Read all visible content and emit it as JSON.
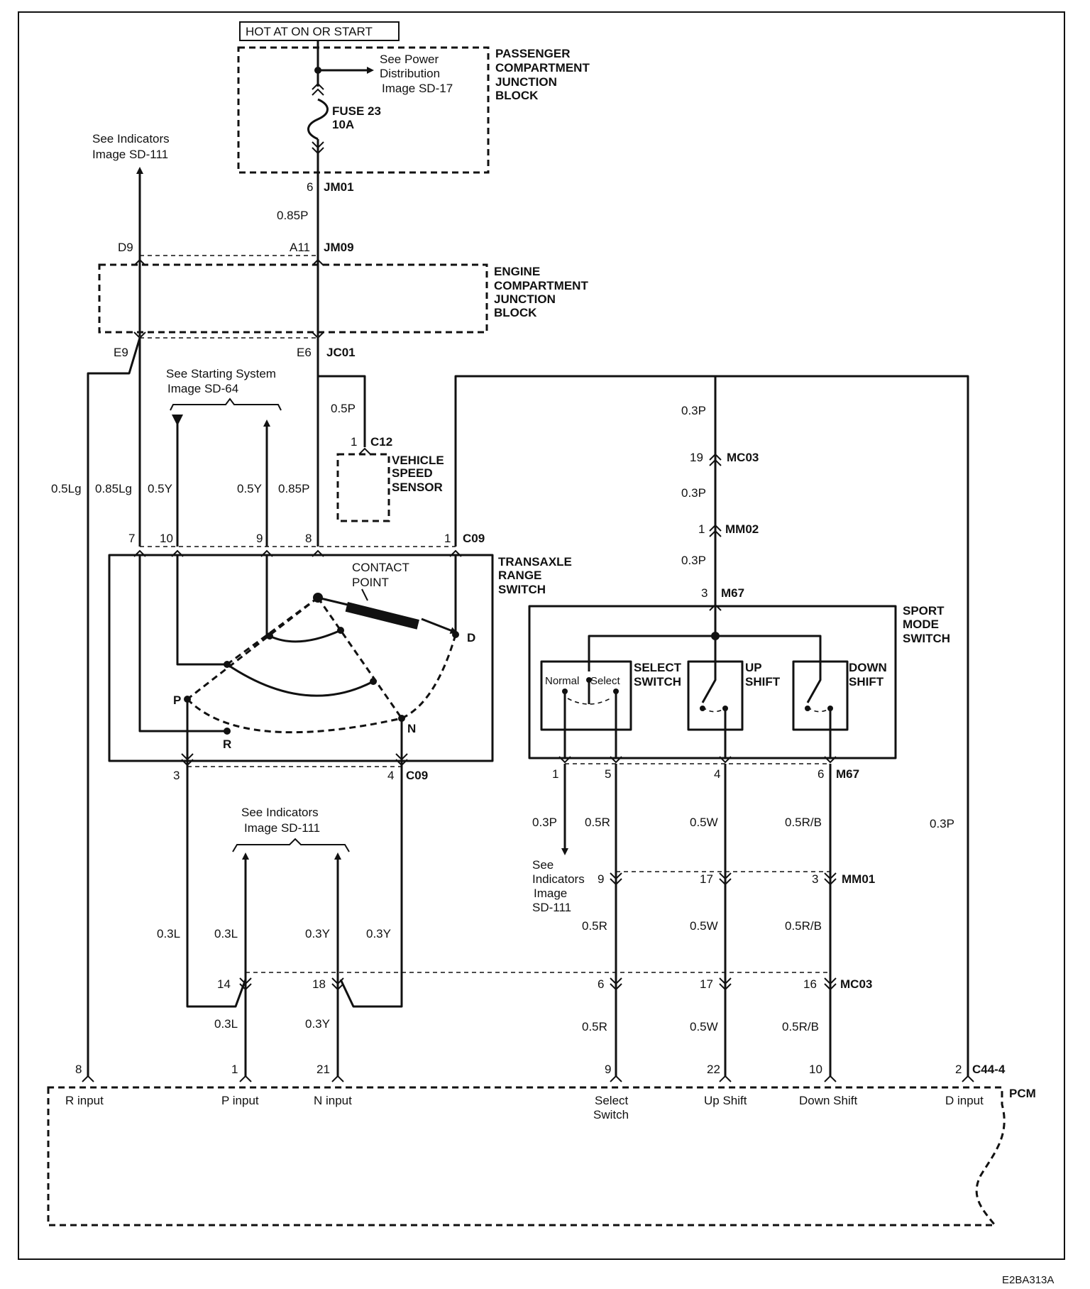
{
  "header": {
    "power": "HOT AT ON OR START"
  },
  "junction_blocks": {
    "passenger": {
      "lines": [
        "PASSENGER",
        "COMPARTMENT",
        "JUNCTION",
        "BLOCK"
      ]
    },
    "engine": {
      "lines": [
        "ENGINE",
        "COMPARTMENT",
        "JUNCTION",
        "BLOCK"
      ]
    }
  },
  "fuse": {
    "name": "FUSE 23",
    "rating": "10A"
  },
  "refs": {
    "power_distribution": [
      "See Power",
      "Distribution",
      "Image SD-17"
    ],
    "indicators_top": [
      "See Indicators",
      "Image SD-111"
    ],
    "starting_system": [
      "See Starting System",
      "Image SD-64"
    ],
    "indicators_mid": [
      "See Indicators",
      "Image SD-111"
    ],
    "indicators_sport": [
      "See",
      "Indicators",
      "Image",
      "SD-111"
    ]
  },
  "connectors": {
    "jm01": "JM01",
    "jm09": "JM09",
    "jc01": "JC01",
    "c12": "C12",
    "c09_top": "C09",
    "c09_bot": "C09",
    "mc03_top": "MC03",
    "mm02": "MM02",
    "m67_top": "M67",
    "m67_bot": "M67",
    "mm01": "MM01",
    "mc03_bot": "MC03",
    "c44": "C44-4"
  },
  "pins": {
    "jm01": "6",
    "d9": "D9",
    "a11": "A11",
    "e9": "E9",
    "e6": "E6",
    "c12": "1",
    "trs_7": "7",
    "trs_10": "10",
    "trs_9": "9",
    "trs_8": "8",
    "trs_1": "1",
    "trs_3": "3",
    "trs_4": "4",
    "mc03_19": "19",
    "mm02_1": "1",
    "m67_3": "3",
    "m67_1": "1",
    "m67_5": "5",
    "m67_4": "4",
    "m67_6": "6",
    "mm01_9": "9",
    "mm01_17": "17",
    "mm01_3": "3",
    "mc03_14": "14",
    "mc03_18": "18",
    "mc03_6": "6",
    "mc03_17": "17",
    "mc03_16": "16",
    "pcm_8": "8",
    "pcm_1": "1",
    "pcm_21": "21",
    "pcm_9": "9",
    "pcm_22": "22",
    "pcm_10": "10",
    "pcm_2": "2"
  },
  "wires": {
    "w_085p_top": "0.85P",
    "w_05p": "0.5P",
    "w_05lg": "0.5Lg",
    "w_085lg": "0.85Lg",
    "w_05y_a": "0.5Y",
    "w_05y_b": "0.5Y",
    "w_085p": "0.85P",
    "w_03p_a": "0.3P",
    "w_03p_b": "0.3P",
    "w_03p_c": "0.3P",
    "w_03p_d": "0.3P",
    "w_03p_right": "0.3P",
    "w_05r_a": "0.5R",
    "w_05r_b": "0.5R",
    "w_05r_c": "0.5R",
    "w_05w_a": "0.5W",
    "w_05w_b": "0.5W",
    "w_05w_c": "0.5W",
    "w_05rb_a": "0.5R/B",
    "w_05rb_b": "0.5R/B",
    "w_05rb_c": "0.5R/B",
    "w_03l_a": "0.3L",
    "w_03l_b": "0.3L",
    "w_03l_c": "0.3L",
    "w_03y_a": "0.3Y",
    "w_03y_b": "0.3Y",
    "w_03y_c": "0.3Y"
  },
  "components": {
    "vss": [
      "VEHICLE",
      "SPEED",
      "SENSOR"
    ],
    "trs": [
      "TRANSAXLE",
      "RANGE",
      "SWITCH"
    ],
    "contact_point": [
      "CONTACT",
      "POINT"
    ],
    "positions": {
      "p": "P",
      "r": "R",
      "n": "N",
      "d": "D"
    },
    "sport": [
      "SPORT",
      "MODE",
      "SWITCH"
    ],
    "select_switch": [
      "SELECT",
      "SWITCH"
    ],
    "up_shift": [
      "UP",
      "SHIFT"
    ],
    "down_shift": [
      "DOWN",
      "SHIFT"
    ],
    "normal": "Normal",
    "select": "Select"
  },
  "pcm": {
    "label": "PCM",
    "r_input": "R input",
    "p_input": "P input",
    "n_input": "N input",
    "select_switch": [
      "Select",
      "Switch"
    ],
    "up_shift": "Up Shift",
    "down_shift": "Down Shift",
    "d_input": "D input"
  },
  "figure_id": "E2BA313A"
}
